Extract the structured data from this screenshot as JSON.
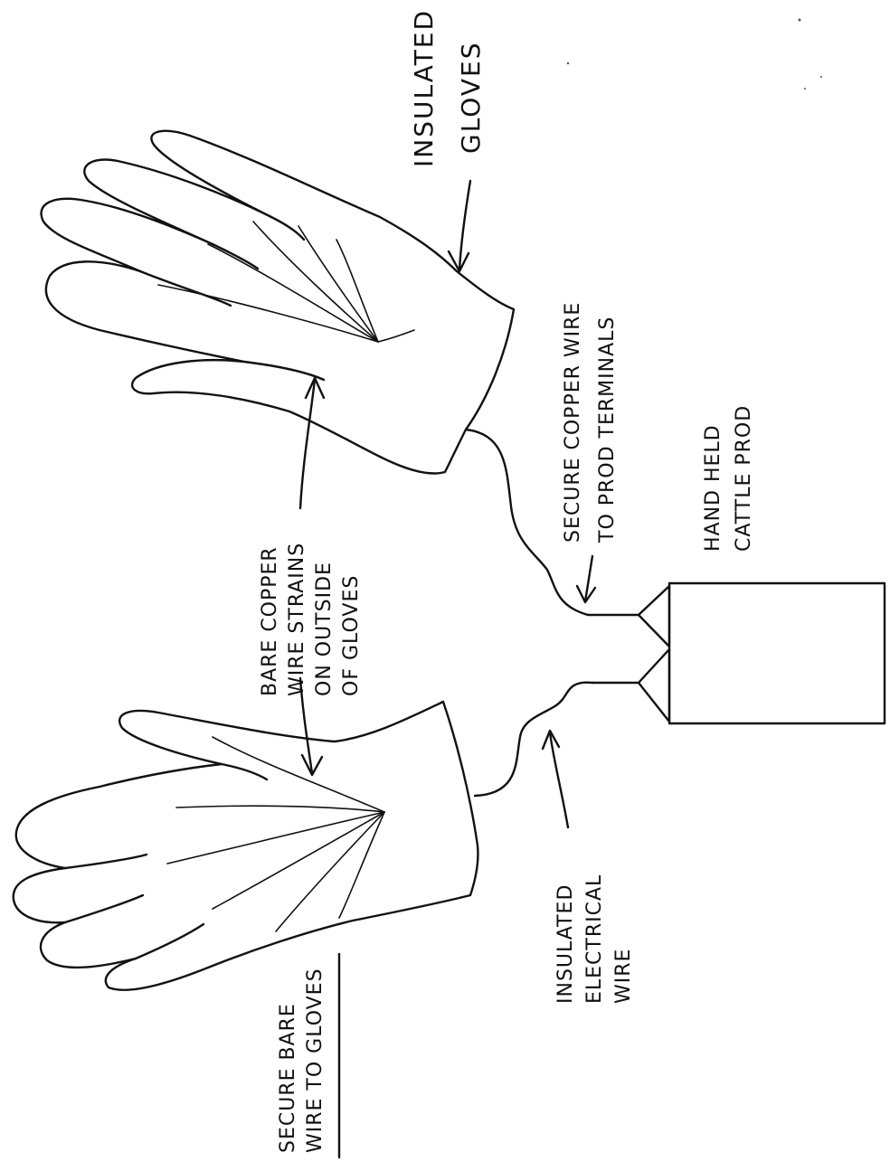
{
  "labels": {
    "insulated_gloves": [
      "INSULATED",
      "GLOVES"
    ],
    "secure_copper_wire": [
      "SECURE COPPER WIRE",
      "TO PROD TERMINALS"
    ],
    "hand_held_prod": [
      "HAND HELD",
      "CATTLE PROD"
    ],
    "bare_copper_strains": [
      "BARE COPPER",
      "WIRE STRAINS",
      "ON OUTSIDE",
      "OF GLOVES"
    ],
    "insulated_wire": [
      "INSULATED",
      "ELECTRICAL",
      "WIRE"
    ],
    "secure_bare_wire": [
      "SECURE BARE",
      "WIRE TO GLOVES"
    ]
  }
}
